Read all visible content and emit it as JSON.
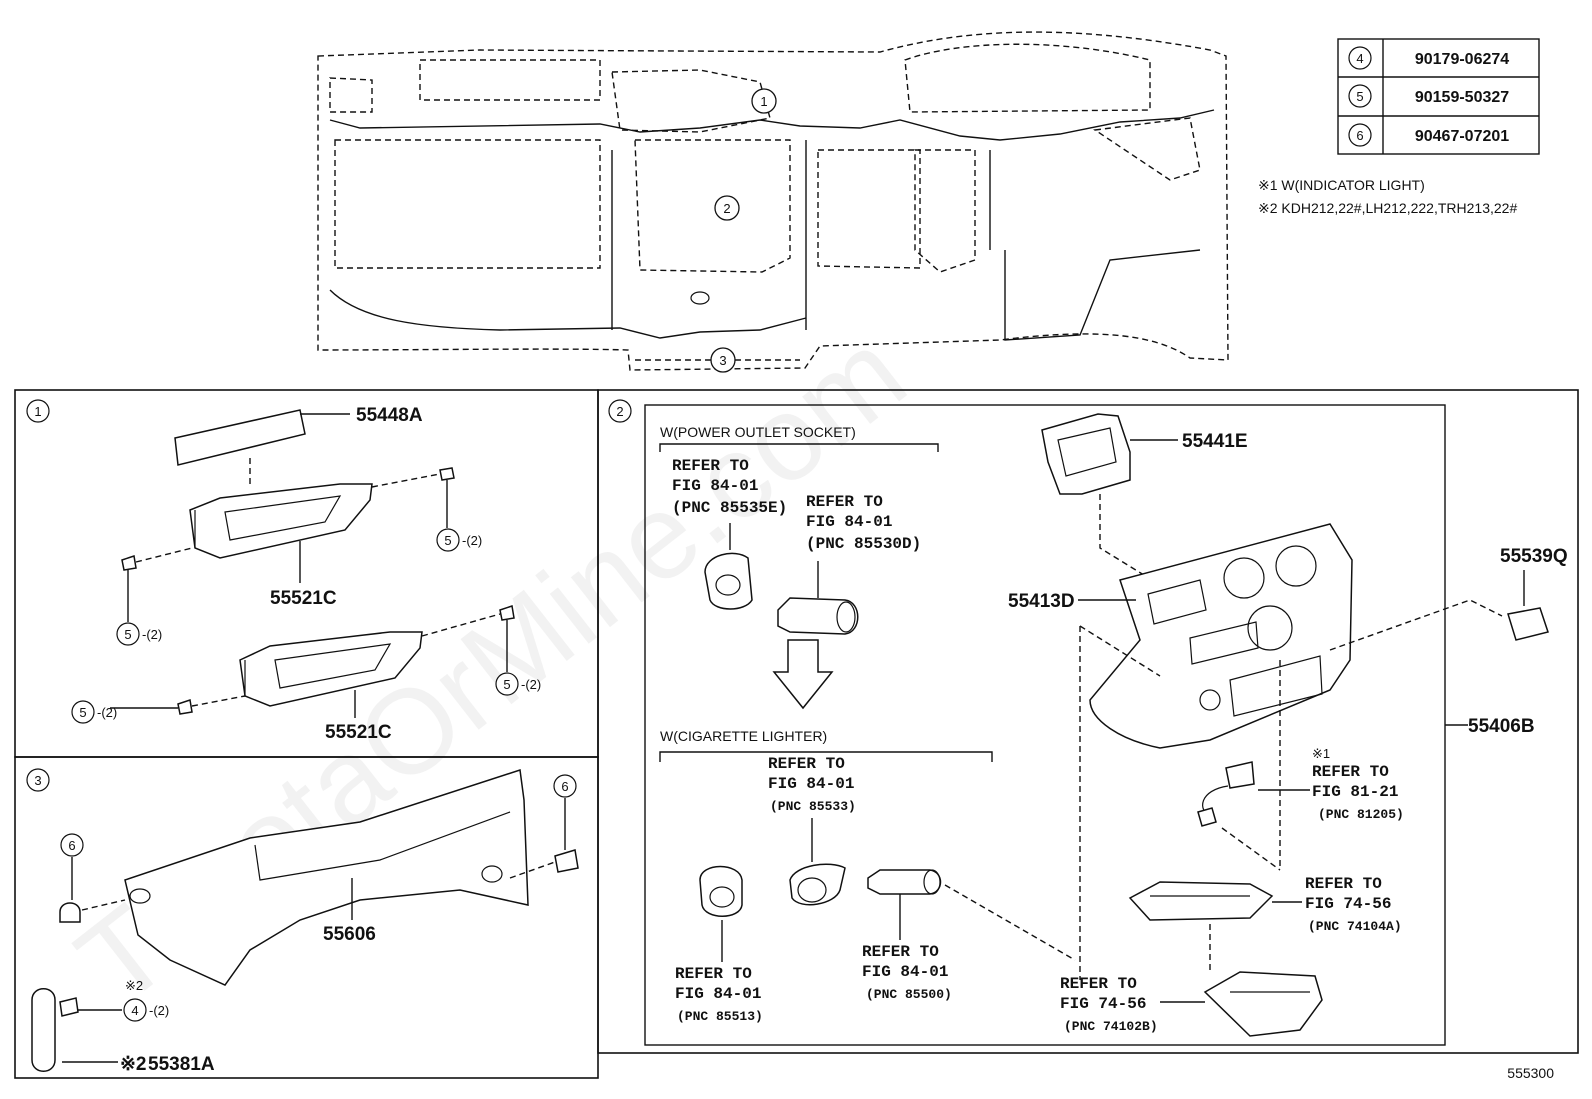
{
  "watermark": "ToyotaOrMine.com",
  "diagram_code": "555300",
  "fastener_table": [
    {
      "ref": "4",
      "part_no": "90179-06274"
    },
    {
      "ref": "5",
      "part_no": "90159-50327"
    },
    {
      "ref": "6",
      "part_no": "90467-07201"
    }
  ],
  "notes": [
    "※1 W(INDICATOR LIGHT)",
    "※2 KDH212,22#,LH212,222,TRH213,22#"
  ],
  "overview_callouts": [
    "1",
    "2",
    "3"
  ],
  "panel1": {
    "number": "1",
    "parts": [
      "55448A",
      "55521C",
      "55521C"
    ],
    "fasteners": [
      {
        "ref": "5",
        "qty": "-(2)"
      },
      {
        "ref": "5",
        "qty": "-(2)"
      },
      {
        "ref": "5",
        "qty": "-(2)"
      },
      {
        "ref": "5",
        "qty": "-(2)"
      }
    ]
  },
  "panel3": {
    "number": "3",
    "parts": [
      "55606",
      "55381A"
    ],
    "part_prefix": "※2",
    "fasteners": [
      {
        "ref": "6",
        "qty": ""
      },
      {
        "ref": "6",
        "qty": ""
      },
      {
        "ref": "4",
        "qty": "-(2)",
        "note": "※2"
      }
    ]
  },
  "panel2": {
    "number": "2",
    "parts": [
      "55441E",
      "55413D",
      "55539Q",
      "55406B"
    ],
    "group_power": "W(POWER OUTLET SOCKET)",
    "group_cig": "W(CIGARETTE LIGHTER)",
    "refs": [
      {
        "lines": [
          "REFER TO",
          "FIG 84-01",
          "(PNC 85535E)"
        ]
      },
      {
        "lines": [
          "REFER TO",
          "FIG 84-01",
          "(PNC 85530D)"
        ]
      },
      {
        "lines": [
          "REFER TO",
          "FIG 84-01",
          "(PNC 85533)"
        ]
      },
      {
        "lines": [
          "REFER TO",
          "FIG 84-01",
          "(PNC 85513)"
        ]
      },
      {
        "lines": [
          "REFER TO",
          "FIG 84-01",
          "(PNC 85500)"
        ]
      },
      {
        "lines": [
          "REFER TO",
          "FIG 74-56",
          "(PNC 74102B)"
        ]
      },
      {
        "lines": [
          "REFER TO",
          "FIG 74-56",
          "(PNC 74104A)"
        ]
      },
      {
        "mark": "※1",
        "lines": [
          "REFER TO",
          "FIG 81-21",
          "(PNC 81205)"
        ]
      }
    ]
  }
}
